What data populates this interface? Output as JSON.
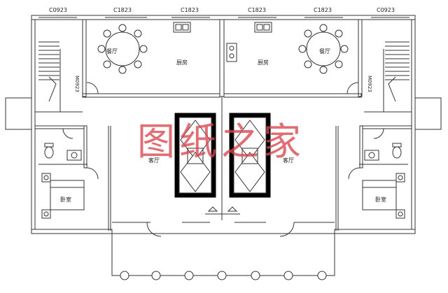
{
  "window_labels": {
    "c0923_left": "C0923",
    "c1823_1": "C1823",
    "c1823_2": "C1823",
    "c1823_3": "C1823",
    "c1823_4": "C1823",
    "c0923_right": "C0923"
  },
  "door_labels": {
    "left": "M0923",
    "right": "M0923"
  },
  "rooms": {
    "dining_left": "餐厅",
    "kitchen_left": "厨房",
    "kitchen_right": "厨房",
    "dining_right": "餐厅",
    "living_left": "客厅",
    "living_right": "客厅",
    "bedroom_left": "卧室",
    "bedroom_right": "卧室"
  },
  "watermark": "图纸之家",
  "colors": {
    "line": "#333333",
    "watermark": "#d9464f"
  }
}
